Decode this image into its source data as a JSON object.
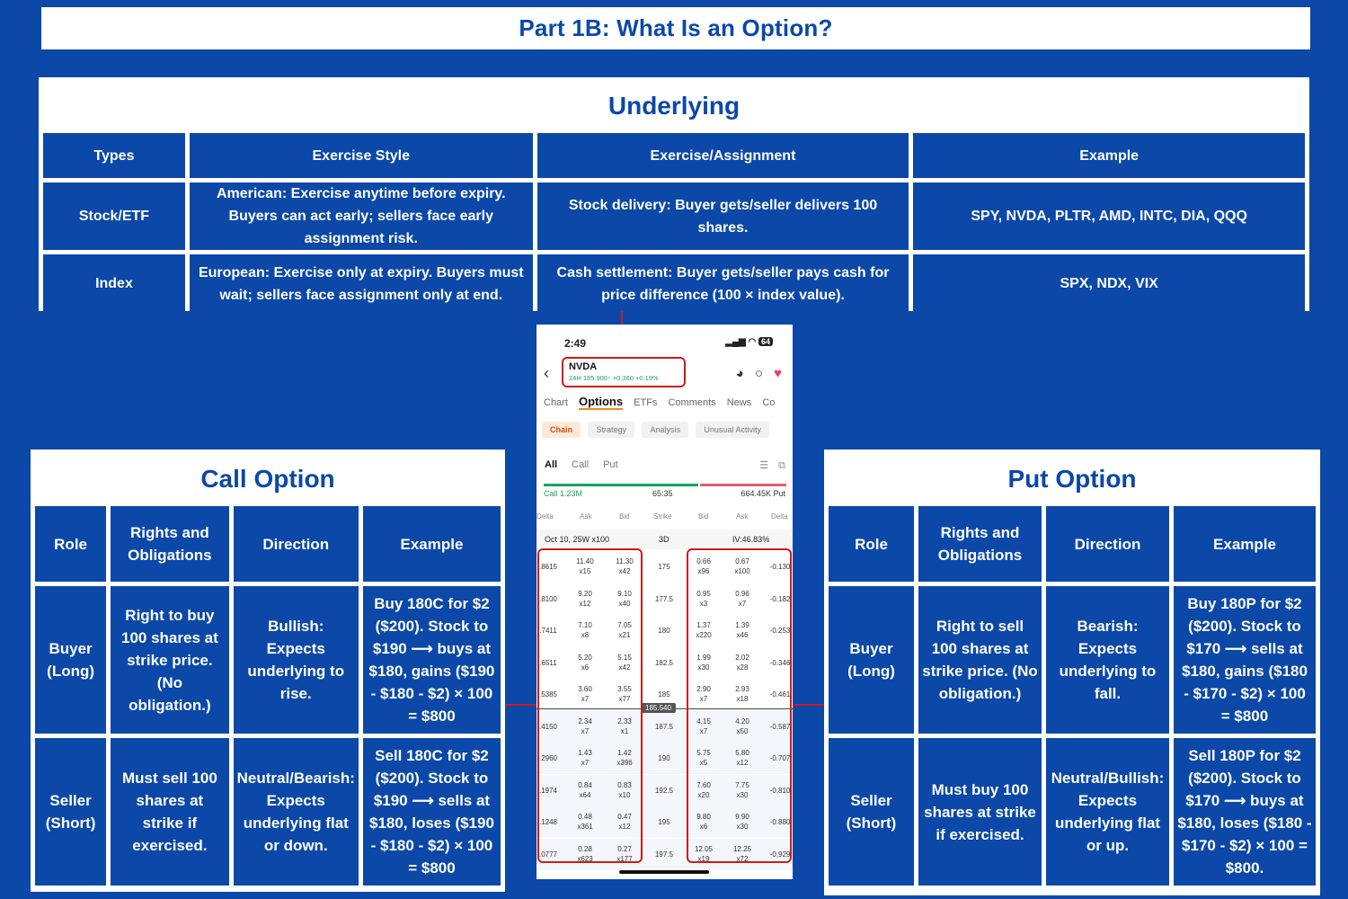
{
  "page_title": "Part 1B: What Is an Option?",
  "underlying": {
    "title": "Underlying",
    "headers": [
      "Types",
      "Exercise Style",
      "Exercise/Assignment",
      "Example"
    ],
    "rows": [
      [
        "Stock/ETF",
        "American: Exercise anytime before expiry. Buyers can act early; sellers face early assignment risk.",
        "Stock delivery: Buyer gets/seller delivers 100 shares.",
        "SPY, NVDA, PLTR, AMD, INTC, DIA, QQQ"
      ],
      [
        "Index",
        "European: Exercise only at expiry. Buyers must wait; sellers face assignment only at end.",
        "Cash settlement: Buyer gets/seller pays cash for price difference (100 × index value).",
        "SPX, NDX, VIX"
      ]
    ]
  },
  "call_option": {
    "title": "Call Option",
    "headers": [
      "Role",
      "Rights and Obligations",
      "Direction",
      "Example"
    ],
    "rows": [
      [
        "Buyer (Long)",
        "Right to buy 100 shares at strike price. (No obligation.)",
        "Bullish: Expects underlying to rise.",
        "Buy 180C for $2 ($200). Stock to $190 ⟶ buys at $180, gains ($190 - $180 - $2) × 100 = $800"
      ],
      [
        "Seller (Short)",
        "Must sell 100 shares at strike if exercised.",
        "Neutral/Bearish: Expects underlying flat or down.",
        "Sell 180C for $2 ($200). Stock to $190 ⟶ sells at $180, loses ($190 - $180 - $2) × 100 = $800"
      ]
    ]
  },
  "put_option": {
    "title": "Put Option",
    "headers": [
      "Role",
      "Rights and Obligations",
      "Direction",
      "Example"
    ],
    "rows": [
      [
        "Buyer (Long)",
        "Right to sell 100 shares at strike price. (No obligation.)",
        "Bearish: Expects underlying to fall.",
        "Buy 180P for $2 ($200). Stock to $170 ⟶ sells at $180, gains ($180 - $170 - $2) × 100 = $800"
      ],
      [
        "Seller (Short)",
        "Must buy 100 shares at strike if exercised.",
        "Neutral/Bullish: Expects underlying flat or up.",
        "Sell 180P for $2 ($200). Stock to $170 ⟶ buys at $180, loses ($180 - $170 - $2) × 100 = $800."
      ]
    ]
  },
  "phone": {
    "time": "2:49",
    "battery": "64",
    "ticker": "NVDA",
    "ticker_sub": "24H 185.900↑ +0.360 +0.19%",
    "tabs": [
      "Chart",
      "Options",
      "ETFs",
      "Comments",
      "News",
      "Co"
    ],
    "subtabs": [
      "Chain",
      "Strategy",
      "Analysis",
      "Unusual Activity"
    ],
    "filters": [
      "All",
      "Call",
      "Put"
    ],
    "call_volume": "Call 1.23M",
    "ratio": "65:35",
    "put_volume": "664.45K Put",
    "col_headers": [
      "Delta",
      "Ask",
      "Bid",
      "Strike",
      "Bid",
      "Ask",
      "Delta"
    ],
    "expiry": "Oct 10, 25W x100",
    "dte": "3D",
    "iv": "IV:46.83%",
    "stock_price": "185.540",
    "chain": [
      {
        "c_delta": ".8615",
        "c_ask": "11.40",
        "c_ask_sz": "x15",
        "c_bid": "11.30",
        "c_bid_sz": "x42",
        "strike": "175",
        "p_bid": "0.66",
        "p_bid_sz": "x96",
        "p_ask": "0.67",
        "p_ask_sz": "x100",
        "p_delta": "-0.130"
      },
      {
        "c_delta": ".8100",
        "c_ask": "9.20",
        "c_ask_sz": "x12",
        "c_bid": "9.10",
        "c_bid_sz": "x40",
        "strike": "177.5",
        "p_bid": "0.95",
        "p_bid_sz": "x3",
        "p_ask": "0.96",
        "p_ask_sz": "x7",
        "p_delta": "-0.182"
      },
      {
        "c_delta": ".7411",
        "c_ask": "7.10",
        "c_ask_sz": "x8",
        "c_bid": "7.05",
        "c_bid_sz": "x21",
        "strike": "180",
        "p_bid": "1.37",
        "p_bid_sz": "x220",
        "p_ask": "1.39",
        "p_ask_sz": "x46",
        "p_delta": "-0.253"
      },
      {
        "c_delta": ".6511",
        "c_ask": "5.20",
        "c_ask_sz": "x6",
        "c_bid": "5.15",
        "c_bid_sz": "x42",
        "strike": "182.5",
        "p_bid": "1.99",
        "p_bid_sz": "x30",
        "p_ask": "2.02",
        "p_ask_sz": "x28",
        "p_delta": "-0.346"
      },
      {
        "c_delta": ".5385",
        "c_ask": "3.60",
        "c_ask_sz": "x7",
        "c_bid": "3.55",
        "c_bid_sz": "x77",
        "strike": "185",
        "p_bid": "2.90",
        "p_bid_sz": "x7",
        "p_ask": "2.93",
        "p_ask_sz": "x18",
        "p_delta": "-0.461"
      },
      {
        "c_delta": ".4150",
        "c_ask": "2.34",
        "c_ask_sz": "x7",
        "c_bid": "2.33",
        "c_bid_sz": "x1",
        "strike": "187.5",
        "p_bid": "4.15",
        "p_bid_sz": "x7",
        "p_ask": "4.20",
        "p_ask_sz": "x50",
        "p_delta": "-0.587"
      },
      {
        "c_delta": ".2960",
        "c_ask": "1.43",
        "c_ask_sz": "x7",
        "c_bid": "1.42",
        "c_bid_sz": "x396",
        "strike": "190",
        "p_bid": "5.75",
        "p_bid_sz": "x5",
        "p_ask": "5.80",
        "p_ask_sz": "x12",
        "p_delta": "-0.707"
      },
      {
        "c_delta": ".1974",
        "c_ask": "0.84",
        "c_ask_sz": "x64",
        "c_bid": "0.83",
        "c_bid_sz": "x10",
        "strike": "192.5",
        "p_bid": "7.60",
        "p_bid_sz": "x20",
        "p_ask": "7.75",
        "p_ask_sz": "x30",
        "p_delta": "-0.810"
      },
      {
        "c_delta": ".1248",
        "c_ask": "0.48",
        "c_ask_sz": "x361",
        "c_bid": "0.47",
        "c_bid_sz": "x12",
        "strike": "195",
        "p_bid": "9.80",
        "p_bid_sz": "x6",
        "p_ask": "9.90",
        "p_ask_sz": "x30",
        "p_delta": "-0.880"
      },
      {
        "c_delta": ".0777",
        "c_ask": "0.28",
        "c_ask_sz": "x623",
        "c_bid": "0.27",
        "c_bid_sz": "x177",
        "strike": "197.5",
        "p_bid": "12.05",
        "p_bid_sz": "x19",
        "p_ask": "12.25",
        "p_ask_sz": "x72",
        "p_delta": "-0.929"
      }
    ],
    "colors": {
      "accent": "#0b48a8",
      "call_green": "#1aa260",
      "put_red": "#e35d6a",
      "highlight_red": "#d11a1a",
      "tab_orange": "#f08a1c"
    }
  }
}
